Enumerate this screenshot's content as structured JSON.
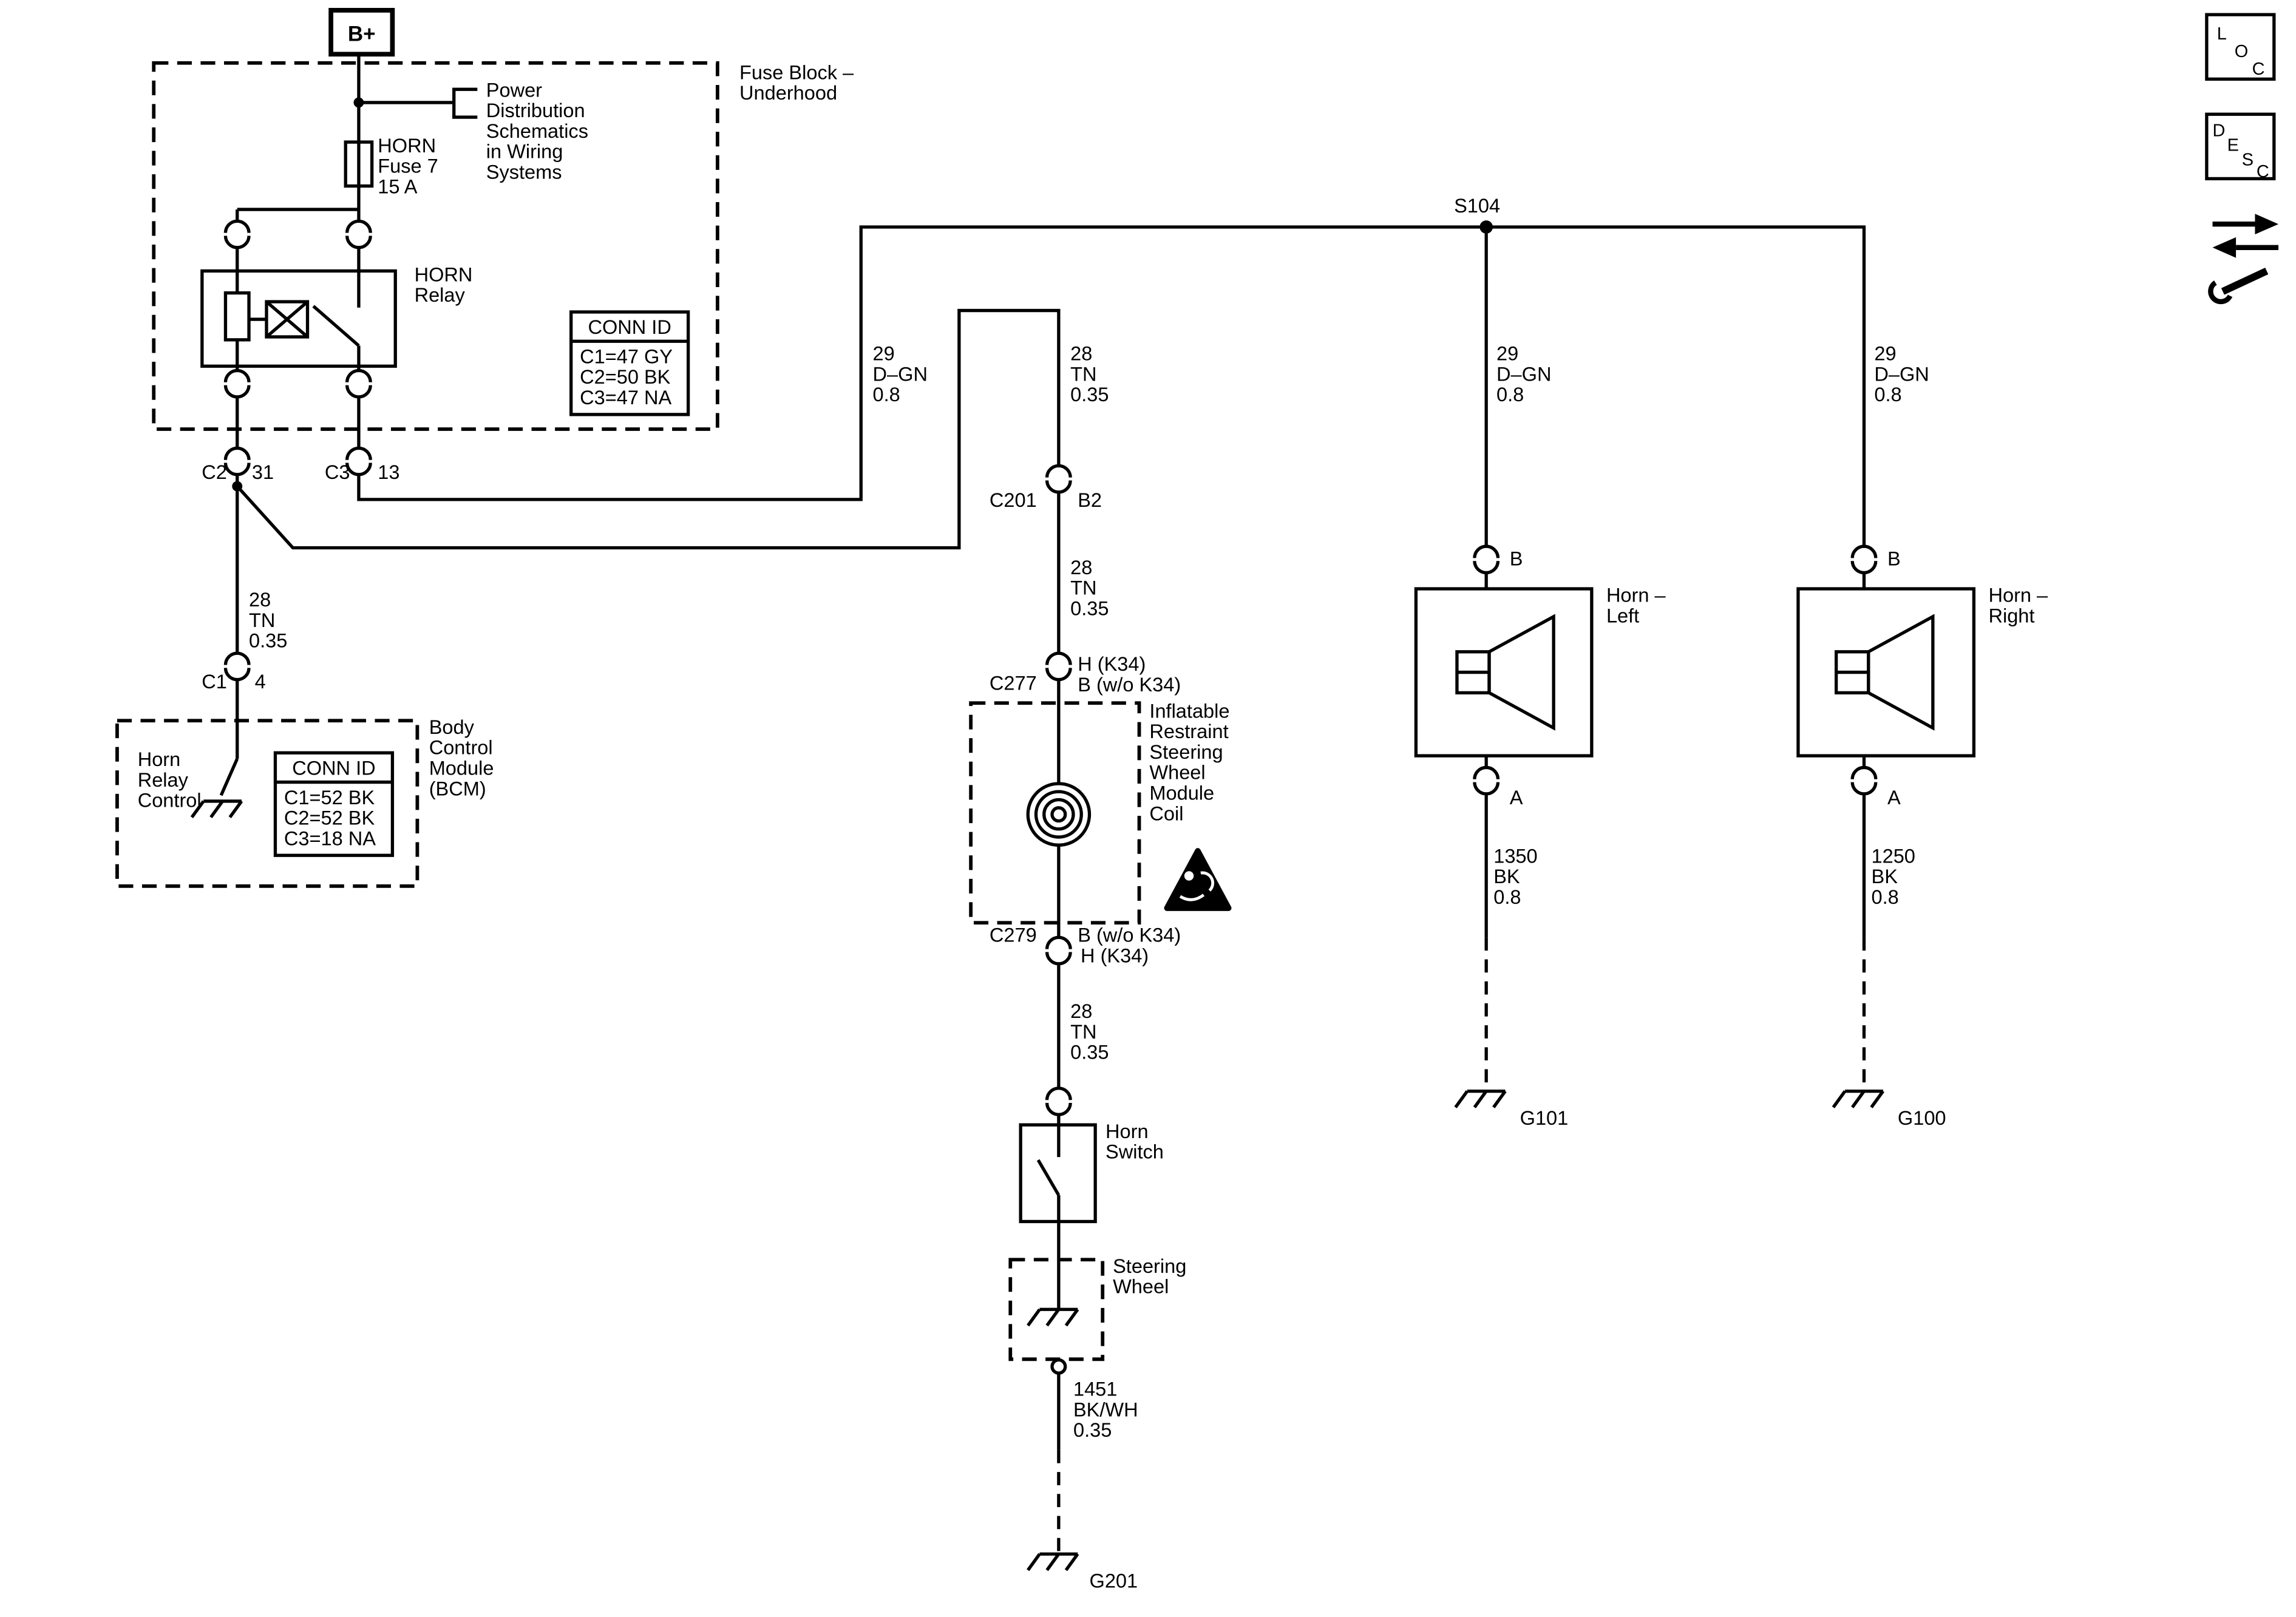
{
  "diagram": {
    "b_plus": "B+",
    "s104": "S104",
    "fuse_block": {
      "title": [
        "Fuse Block –",
        "Underhood"
      ],
      "power_dist": [
        "Power",
        "Distribution",
        "Schematics",
        "in Wiring",
        "Systems"
      ],
      "fuse": [
        "HORN",
        "Fuse 7",
        "15 A"
      ],
      "relay": [
        "HORN",
        "Relay"
      ],
      "conn_id": {
        "header": "CONN ID",
        "rows": [
          "C1=47 GY",
          "C2=50 BK",
          "C3=47 NA"
        ]
      },
      "c2": "C2",
      "c2_pin": "31",
      "c3": "C3",
      "c3_pin": "13"
    },
    "bcm": {
      "control": [
        "Horn",
        "Relay",
        "Control"
      ],
      "title": [
        "Body",
        "Control",
        "Module",
        "(BCM)"
      ],
      "conn_id": {
        "header": "CONN ID",
        "rows": [
          "C1=52 BK",
          "C2=52 BK",
          "C3=18 NA"
        ]
      },
      "c1": "C1",
      "c1_pin": "4"
    },
    "wires": {
      "tn_left": [
        "28",
        "TN",
        "0.35"
      ],
      "dgn_main": [
        "29",
        "D–GN",
        "0.8"
      ],
      "tn_upper": [
        "28",
        "TN",
        "0.35"
      ],
      "tn_mid": [
        "28",
        "TN",
        "0.35"
      ],
      "tn_lower": [
        "28",
        "TN",
        "0.35"
      ],
      "bkwh": [
        "1451",
        "BK/WH",
        "0.35"
      ],
      "dgn_left": [
        "29",
        "D–GN",
        "0.8"
      ],
      "dgn_right": [
        "29",
        "D–GN",
        "0.8"
      ],
      "bk_left": [
        "1350",
        "BK",
        "0.8"
      ],
      "bk_right": [
        "1250",
        "BK",
        "0.8"
      ]
    },
    "c201": "C201",
    "c201_pin": "B2",
    "c277": "C277",
    "c277_top": "H (K34)",
    "c277_bottom": "B (w/o K34)",
    "c279": "C279",
    "c279_top": "B (w/o K34)",
    "c279_bottom": "H (K34)",
    "sir_coil": [
      "Inflatable",
      "Restraint",
      "Steering",
      "Wheel",
      "Module",
      "Coil"
    ],
    "horn_switch": [
      "Horn",
      "Switch"
    ],
    "steering_wheel": [
      "Steering",
      "Wheel"
    ],
    "horn_left": {
      "title": [
        "Horn –",
        "Left"
      ],
      "b": "B",
      "a": "A",
      "ground": "G101"
    },
    "horn_right": {
      "title": [
        "Horn –",
        "Right"
      ],
      "b": "B",
      "a": "A",
      "ground": "G100"
    },
    "g201": "G201"
  },
  "toolbar": {
    "loc": [
      "L",
      "O",
      "C"
    ],
    "desc": [
      "D",
      "E",
      "S",
      "C"
    ]
  }
}
